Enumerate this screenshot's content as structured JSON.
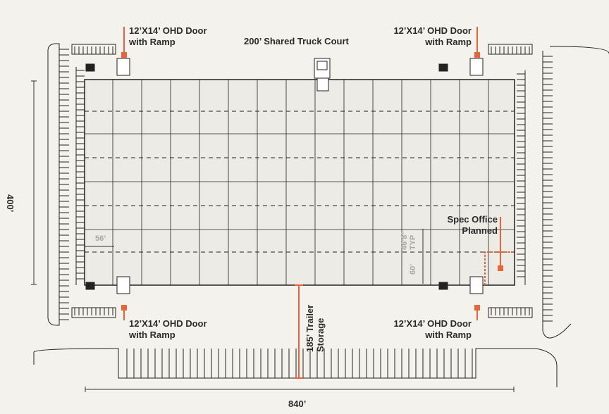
{
  "labels": {
    "door_top_left": [
      "12’X14’ OHD Door",
      "with Ramp"
    ],
    "door_top_right": [
      "12’X14’ OHD Door",
      "with Ramp"
    ],
    "door_bottom_left": [
      "12’X14’ OHD Door",
      "with Ramp"
    ],
    "door_bottom_right": [
      "12’X14’ OHD Door",
      "with Ramp"
    ],
    "truck_court": "200’ Shared Truck Court",
    "spec_office": [
      "Spec Office",
      "Planned"
    ],
    "trailer_storage": [
      "185’ Trailer",
      "Storage"
    ]
  },
  "dimensions": {
    "width": "840’",
    "depth": "400’",
    "bay_width": "56’",
    "bay_depth": "46’8”",
    "bay_depth_note": "TYP",
    "end_bay": "60’"
  },
  "colors": {
    "background": "#f4f2ec",
    "building_fill": "#ecebe6",
    "line": "#222222",
    "accent": "#e8643c",
    "dim_gray": "#a8a8a8"
  }
}
